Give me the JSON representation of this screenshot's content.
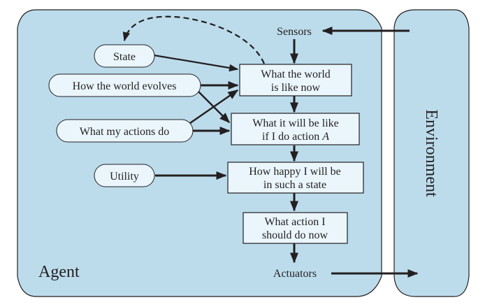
{
  "colors": {
    "agent_fill": "#bcdcec",
    "node_fill": "#eaf6fc",
    "stroke": "#231f20"
  },
  "agent": {
    "label": "Agent"
  },
  "environment": {
    "label": "Environment"
  },
  "sensors": {
    "label": "Sensors"
  },
  "actuators": {
    "label": "Actuators"
  },
  "ovals": {
    "state": "State",
    "world_evolves": "How the world evolves",
    "actions_do": "What my actions do",
    "utility": "Utility"
  },
  "boxes": {
    "world_now": [
      "What the world",
      "is like now"
    ],
    "will_be": [
      "What it will be like",
      "if I do action "
    ],
    "will_be_italic": "A",
    "happy": [
      "How happy I will be",
      "in such a state"
    ],
    "action": [
      "What action I",
      "should do now"
    ]
  }
}
